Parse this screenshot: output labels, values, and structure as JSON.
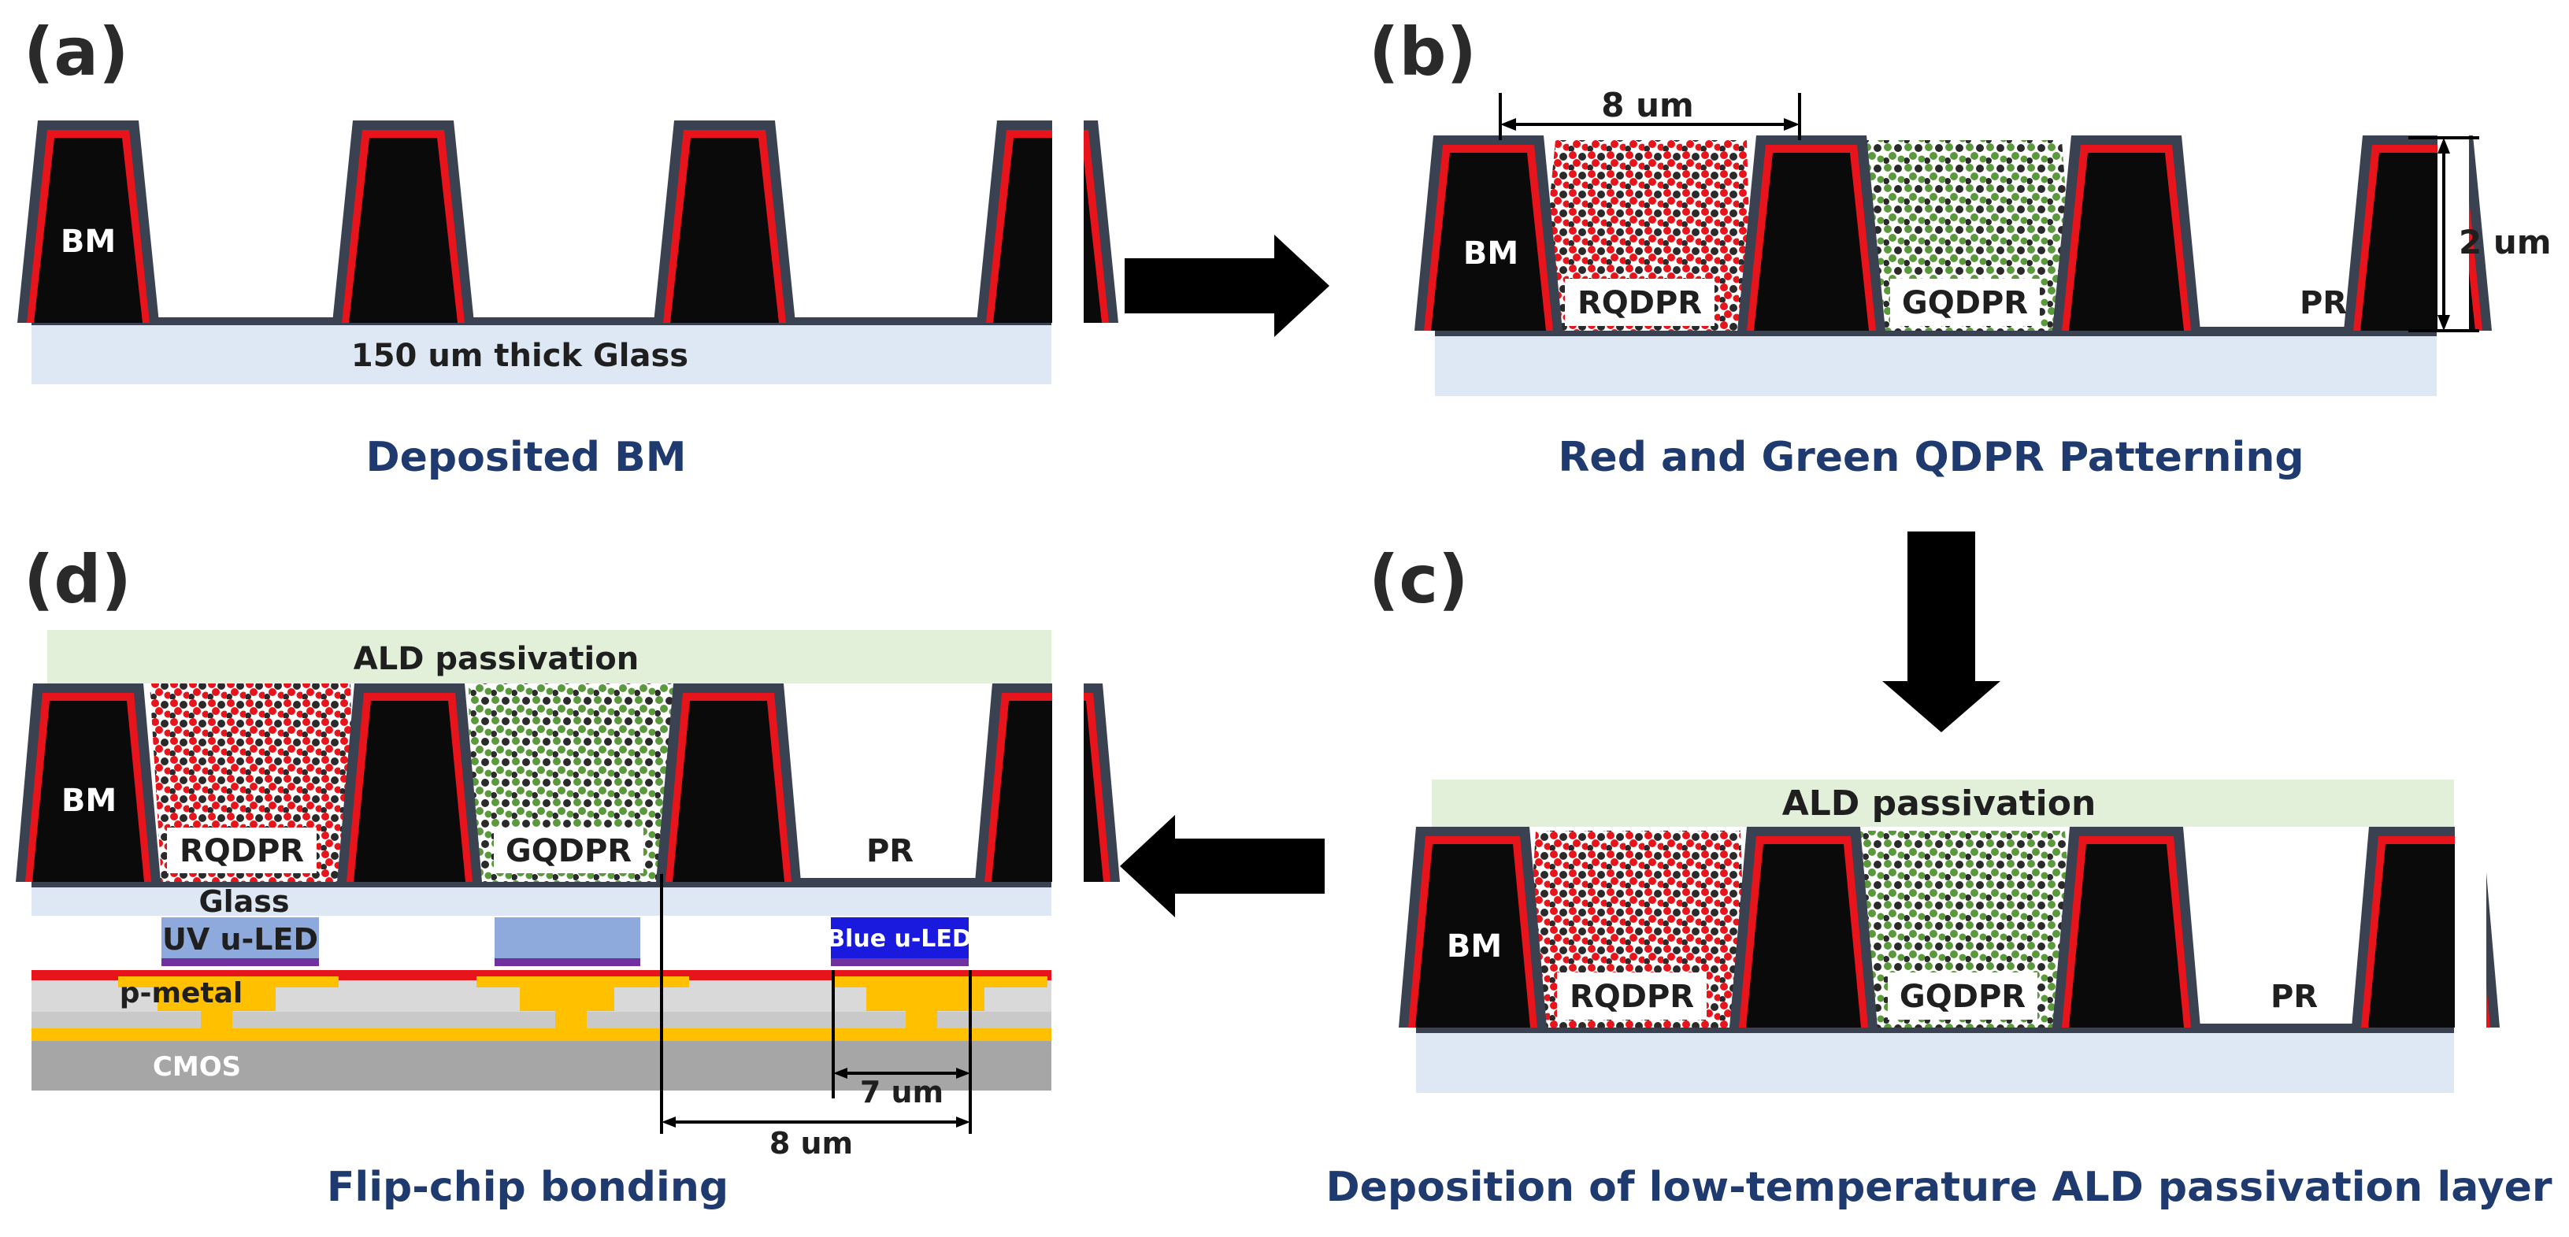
{
  "panels": {
    "a": {
      "label": "(a)",
      "glass_label": "150 um thick Glass",
      "bm_label": "BM",
      "caption": "Deposited  BM"
    },
    "b": {
      "label": "(b)",
      "dim_width": "8 um",
      "dim_height": "2 um",
      "bm_label": "BM",
      "rqdpr": "RQDPR",
      "gqdpr": "GQDPR",
      "pr": "PR",
      "caption": "Red and Green QDPR Patterning"
    },
    "c": {
      "label": "(c)",
      "ald": "ALD passivation",
      "bm_label": "BM",
      "rqdpr": "RQDPR",
      "gqdpr": "GQDPR",
      "pr": "PR",
      "caption": "Deposition of low-temperature ALD passivation layer"
    },
    "d": {
      "label": "(d)",
      "ald": "ALD passivation",
      "bm_label": "BM",
      "rqdpr": "RQDPR",
      "gqdpr": "GQDPR",
      "pr": "PR",
      "glass": "Glass",
      "uv_led": "UV u-LED",
      "blue_led": "Blue u-LED",
      "p_metal": "p-metal",
      "cmos": "CMOS",
      "dim_led": "7 um",
      "dim_pitch": "8 um",
      "caption": "Flip-chip bonding"
    }
  },
  "colors": {
    "bm_fill": "#0a0a0a",
    "bm_coat": "#3a4150",
    "bm_outline": "#e8141b",
    "glass": "#dde8f4",
    "ald": "#e2efd9",
    "red_qd": "#e8141b",
    "green_qd": "#5a9a3c",
    "dark_qd": "#2a2a2a",
    "caption": "#1f3a6e",
    "uv_led": "#8ea9db",
    "blue_led": "#1a1adf",
    "led_stripe": "#7030a0",
    "metal": "#ffc000",
    "gray_layer": "#d3d3d3",
    "cmos": "#a6a6a6"
  }
}
